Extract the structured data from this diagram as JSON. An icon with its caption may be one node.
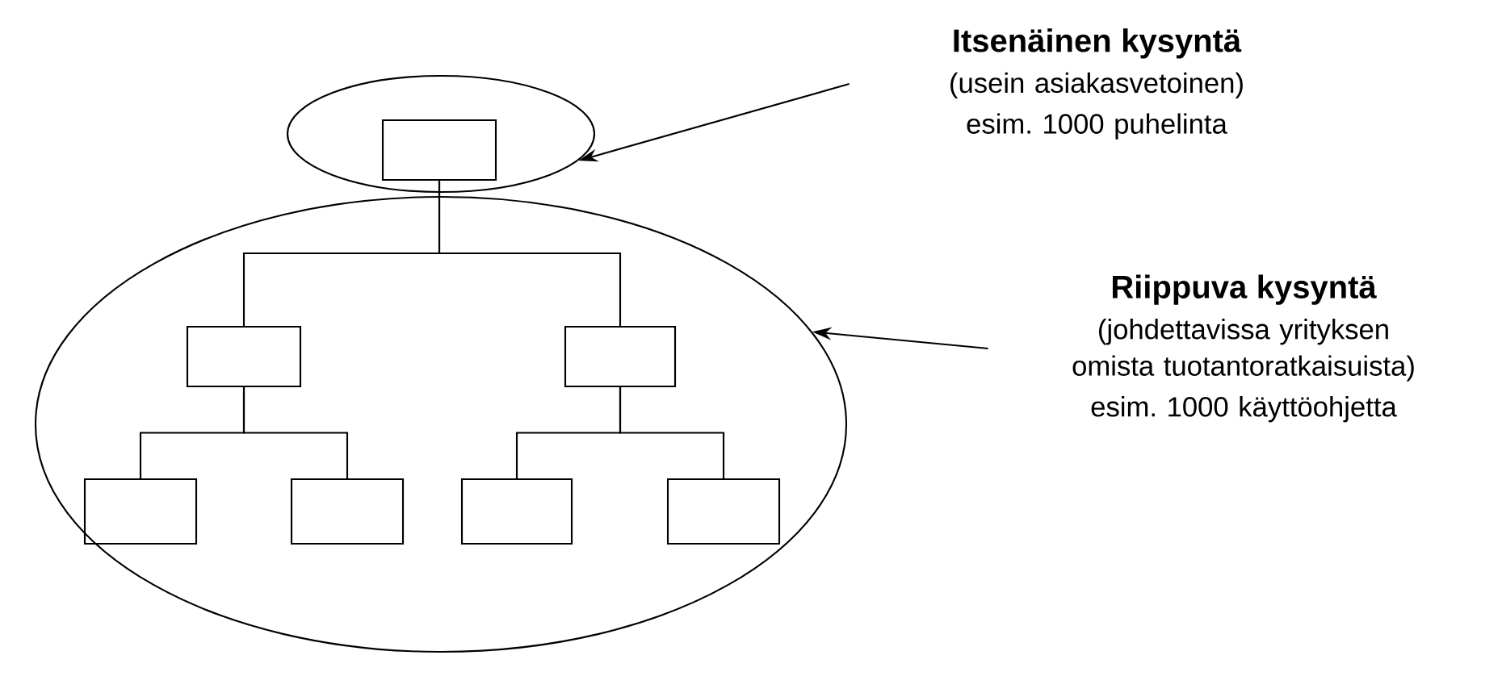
{
  "diagram": {
    "nodes": [
      {
        "text": [],
        "shape": "ellipse"
      },
      {
        "text": [],
        "shape": "box",
        "in": 0
      },
      {
        "text": [],
        "shape": "ellipse"
      },
      {
        "text": [],
        "shape": "box",
        "in": 2
      },
      {
        "text": [],
        "shape": "box",
        "in": 2
      },
      {
        "text": [],
        "shape": "box",
        "in": 2
      },
      {
        "text": [],
        "shape": "box",
        "in": 2
      },
      {
        "text": [],
        "shape": "box",
        "in": 2
      },
      {
        "text": [],
        "shape": "box",
        "in": 2
      },
      {
        "text": [
          "Itsenäinen kysyntä",
          "(usein asiakasvetoinen)",
          "esim. 1000 puhelinta"
        ]
      },
      {
        "text": [
          "Riippuva kysyntä",
          "(johdettavissa yrityksen omista tuotantoratkaisuista)",
          "esim. 1000 käyttöohjetta"
        ]
      }
    ],
    "edges": [
      {
        "from": 1,
        "to": 3,
        "arrow": "none"
      },
      {
        "from": 1,
        "to": 4,
        "arrow": "none"
      },
      {
        "from": 3,
        "to": 5,
        "arrow": "none"
      },
      {
        "from": 3,
        "to": 6,
        "arrow": "none"
      },
      {
        "from": 4,
        "to": 7,
        "arrow": "none"
      },
      {
        "from": 4,
        "to": 8,
        "arrow": "none"
      },
      {
        "from": 9,
        "to": 0,
        "arrow": "to"
      },
      {
        "from": 10,
        "to": 2,
        "arrow": "to"
      }
    ]
  }
}
